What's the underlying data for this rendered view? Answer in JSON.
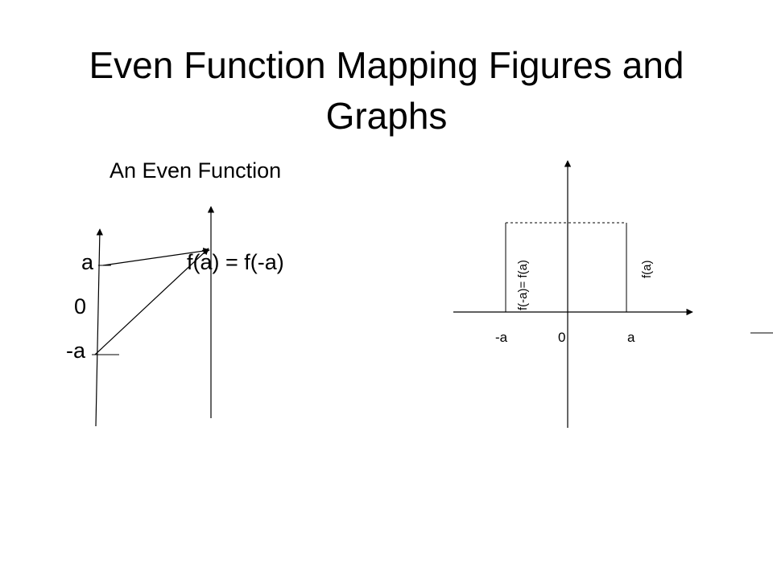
{
  "slide": {
    "title_line1": "Even Function Mapping Figures and",
    "title_line2": "Graphs"
  },
  "mapping_figure": {
    "caption": "An Even Function",
    "domain_labels": [
      "a",
      "0",
      "-a"
    ],
    "range_label": "f(a) = f(-a)"
  },
  "graph_figure": {
    "x_tick_labels": [
      "-a",
      "0",
      "a"
    ],
    "left_bar_label": "f(-a)= f(a)",
    "right_bar_label": "f(a)"
  }
}
